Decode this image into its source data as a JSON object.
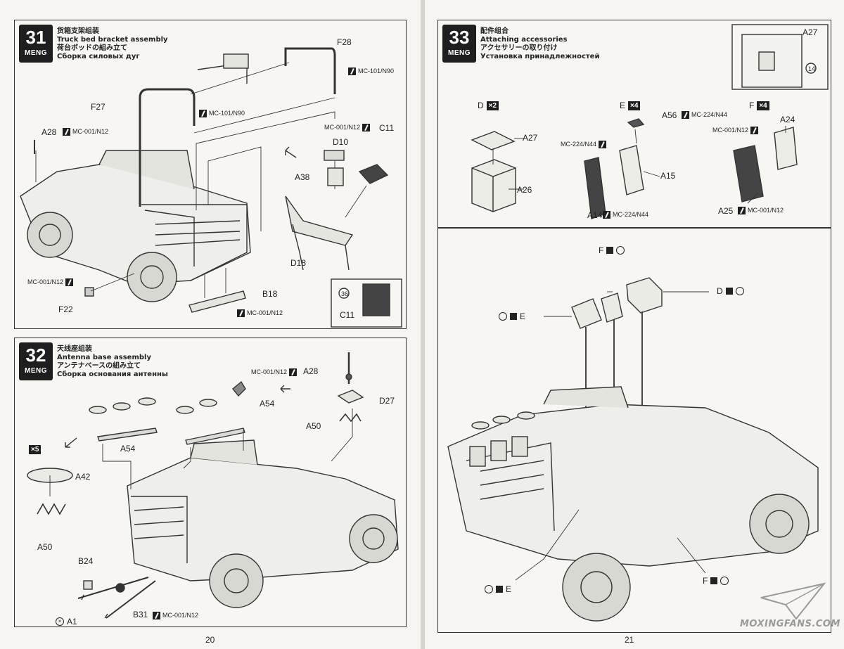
{
  "brand": "MENG",
  "watermark": "MOXINGFANS.COM",
  "left_page": {
    "page_number": "20",
    "step31": {
      "number": "31",
      "title_cn": "货箱支架组装",
      "title_en": "Truck bed bracket assembly",
      "title_jp": "荷台ボッドの組み立て",
      "title_ru": "Сборка силовых дуг",
      "labels": {
        "f28": "F28",
        "f27": "F27",
        "a28": "A28",
        "d10": "D10",
        "c11": "C11",
        "a38": "A38",
        "d18": "D18",
        "b18": "B18",
        "f22": "F22",
        "c11_inset": "C11",
        "inset_num": "36"
      },
      "paints": {
        "p1": "MC-101/N90",
        "p2": "MC-101/N90",
        "p3": "MC-001/N12",
        "p4": "MC-001/N12",
        "p5": "MC-001/N12",
        "p6": "MC-001/N12"
      }
    },
    "step32": {
      "number": "32",
      "title_cn": "天线座组装",
      "title_en": "Antenna base assembly",
      "title_jp": "アンテナベースの組み立て",
      "title_ru": "Сборка основания антенны",
      "labels": {
        "a28": "A28",
        "d27": "D27",
        "a50_right": "A50",
        "a54_top": "A54",
        "a54_left": "A54",
        "qty": "×5",
        "a42": "A42",
        "a50_left": "A50",
        "b24": "B24",
        "a1": "A1",
        "b31": "B31"
      },
      "paints": {
        "p1": "MC-001/N12",
        "p2": "MC-001/N12"
      }
    }
  },
  "right_page": {
    "page_number": "21",
    "step33": {
      "number": "33",
      "title_cn": "配件组合",
      "title_en": "Attaching accessories",
      "title_jp": "アクセサリーの取り付け",
      "title_ru": "Установка принадлежностей",
      "inset": {
        "part": "A27",
        "num": "14"
      },
      "groups": {
        "d": {
          "letter": "D",
          "qty": "×2"
        },
        "e": {
          "letter": "E",
          "qty": "×4"
        },
        "f": {
          "letter": "F",
          "qty": "×4"
        }
      },
      "labels": {
        "a27": "A27",
        "a26": "A26",
        "a56": "A56",
        "a15": "A15",
        "a14": "A14",
        "a24": "A24",
        "a25": "A25",
        "f_top": "F",
        "d_top": "D",
        "e_left": "E",
        "e_bottom": "E",
        "f_bottom": "F"
      },
      "paints": {
        "p1": "MC-224/N44",
        "p2": "MC-224/N44",
        "p3": "MC-224/N44",
        "p4": "MC-001/N12",
        "p5": "MC-001/N12"
      }
    }
  },
  "colors": {
    "ink": "#1e1e1e",
    "paper": "#f6f5f2",
    "line": "#333333"
  }
}
